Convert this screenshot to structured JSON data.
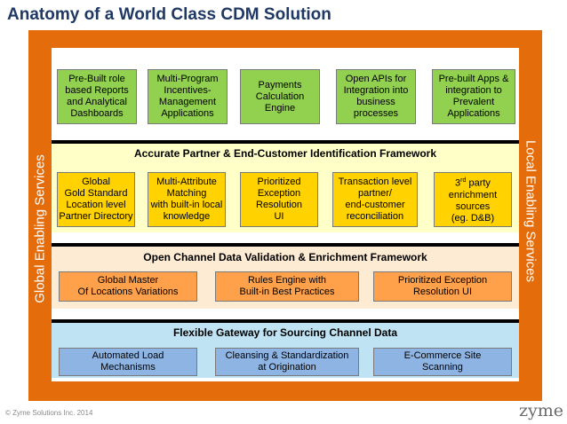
{
  "title": "Anatomy of a World Class CDM Solution",
  "side_labels": {
    "left": "Global Enabling Services",
    "right": "Local Enabling Services"
  },
  "top_row": [
    {
      "lines": [
        "Pre-Built role",
        "based Reports",
        "and Analytical",
        "Dashboards"
      ]
    },
    {
      "lines": [
        "Multi-Program",
        "Incentives-",
        "Management",
        "Applications"
      ]
    },
    {
      "lines": [
        "Payments",
        "Calculation",
        "Engine"
      ]
    },
    {
      "lines": [
        "Open APIs for",
        "Integration into",
        "business",
        "processes"
      ]
    },
    {
      "lines": [
        "Pre-built Apps &",
        "integration to",
        "Prevalent",
        "Applications"
      ]
    }
  ],
  "accurate": {
    "title": "Accurate Partner & End-Customer Identification Framework",
    "boxes": [
      {
        "lines": [
          "Global",
          "Gold Standard",
          "Location level",
          "Partner Directory"
        ]
      },
      {
        "lines": [
          "Multi-Attribute",
          "Matching",
          "with built-in local",
          "knowledge"
        ]
      },
      {
        "lines": [
          "Prioritized",
          "Exception",
          "Resolution",
          "UI"
        ]
      },
      {
        "lines": [
          "Transaction level",
          "partner/",
          "end-customer",
          "reconciliation"
        ]
      },
      {
        "lines": [
          "enrichment",
          "sources",
          "(eg. D&B)"
        ],
        "first_num": "3",
        "first_sup": "rd",
        "first_rest": " party"
      }
    ]
  },
  "open_channel": {
    "title": "Open Channel Data Validation & Enrichment Framework",
    "boxes": [
      {
        "lines": [
          "Global Master",
          "Of Locations Variations"
        ]
      },
      {
        "lines": [
          "Rules Engine with",
          "Built-in Best Practices"
        ]
      },
      {
        "lines": [
          "Prioritized Exception",
          "Resolution UI"
        ]
      }
    ]
  },
  "flexible": {
    "title": "Flexible Gateway for Sourcing Channel Data",
    "boxes": [
      {
        "lines": [
          "Automated Load",
          "Mechanisms"
        ]
      },
      {
        "lines": [
          "Cleansing & Standardization",
          "at Origination"
        ]
      },
      {
        "lines": [
          "E-Commerce Site",
          "Scanning"
        ]
      }
    ]
  },
  "footer": {
    "copyright": "© Zyme Solutions Inc. 2014",
    "logo": "zyme"
  },
  "colors": {
    "frame": "#e46c0a",
    "title": "#1f3864",
    "green_box": "#92d050",
    "yellow_box": "#ffd200",
    "orange_box": "#ffa04a",
    "blue_box": "#8eb4e3",
    "accurate_band": "#ffffc8",
    "open_band": "#fdebd3",
    "flexible_band": "#bfe3f3"
  }
}
